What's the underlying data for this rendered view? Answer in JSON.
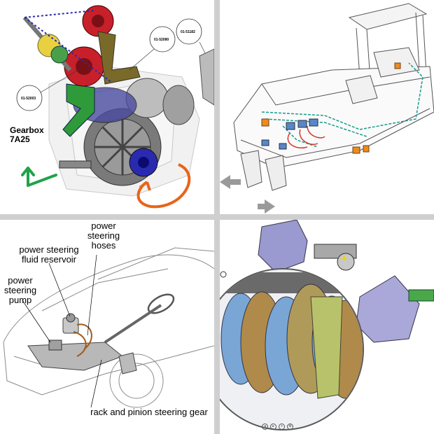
{
  "gearbox_panel": {
    "title_line1": "Gearbox",
    "title_line2": "7A25",
    "callouts": [
      "01-52003",
      "01-52080",
      "01-51182"
    ]
  },
  "steering_panel": {
    "labels": {
      "hoses": "power steering\nhoses",
      "reservoir": "power steering\nfluid reservoir",
      "pump": "power\nsteering\npump",
      "rack": "rack and pinion steering gear"
    }
  },
  "colors": {
    "gear_red": "#c8202a",
    "gear_blue": "#2a2ab0",
    "arrow_green": "#1fa34a",
    "arrow_orange": "#e8641a",
    "boat_teal": "#1a9a8c",
    "boat_orange": "#f08a1a",
    "hose_red": "#d23a2a",
    "gear_bronze": "#b08a4a",
    "gear_lightblue": "#7aa6d6"
  },
  "nav_icons": [
    "rewind-icon",
    "play-icon",
    "zoom-icon",
    "settings-icon"
  ]
}
